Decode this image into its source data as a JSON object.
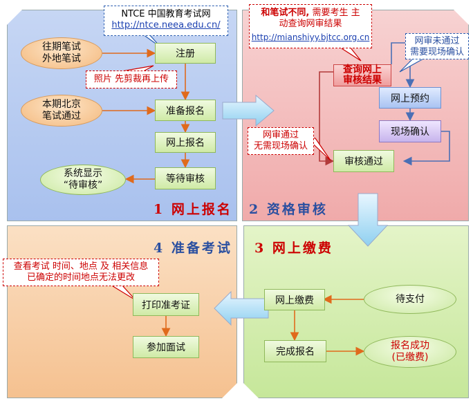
{
  "panels": {
    "p1": "1 网上报名",
    "p2": "2 资格审核",
    "p3": "3 网上缴费",
    "p4": "4 准备考试"
  },
  "callouts": {
    "ntce": {
      "title": "NTCE 中国教育考试网",
      "url": "http://ntce.neea.edu.cn/"
    },
    "notice": {
      "line1_bold": "和笔试不同,",
      "line1_rest": " 需要考生 主",
      "line2": "动查询网审结果",
      "url": "http://mianshiyy.bjtcc.org.cn"
    },
    "photo": "照片 先剪裁再上传",
    "online_pass": {
      "line1": "网审通过",
      "line2": "无需现场确认"
    },
    "online_fail": {
      "line1": "网审未通过",
      "line2": "需要现场确认"
    },
    "exam_info": {
      "line1": "查看考试 时间、地点 及 相关信息",
      "line2": "已确定的时间地点无法更改"
    }
  },
  "nodes": {
    "prev_exam": {
      "line1": "往期笔试",
      "line2": "外地笔试"
    },
    "current_exam": {
      "line1": "本期北京",
      "line2": "笔试通过"
    },
    "register": "注册",
    "prepare": "准备报名",
    "online_apply": "网上报名",
    "wait_review": "等待审核",
    "system_show": {
      "line1": "系统显示",
      "line2": "“待审核”"
    },
    "query_result": {
      "line1": "查询网上",
      "line2": "审核结果"
    },
    "online_booking": "网上预约",
    "onsite_confirm": "现场确认",
    "review_pass": "审核通过",
    "online_pay": "网上缴费",
    "pending_pay": "待支付",
    "done_apply": "完成报名",
    "apply_success": {
      "line1": "报名成功",
      "line2": "(已缴费)"
    },
    "print_ticket": "打印准考证",
    "attend_interview": "参加面试"
  }
}
